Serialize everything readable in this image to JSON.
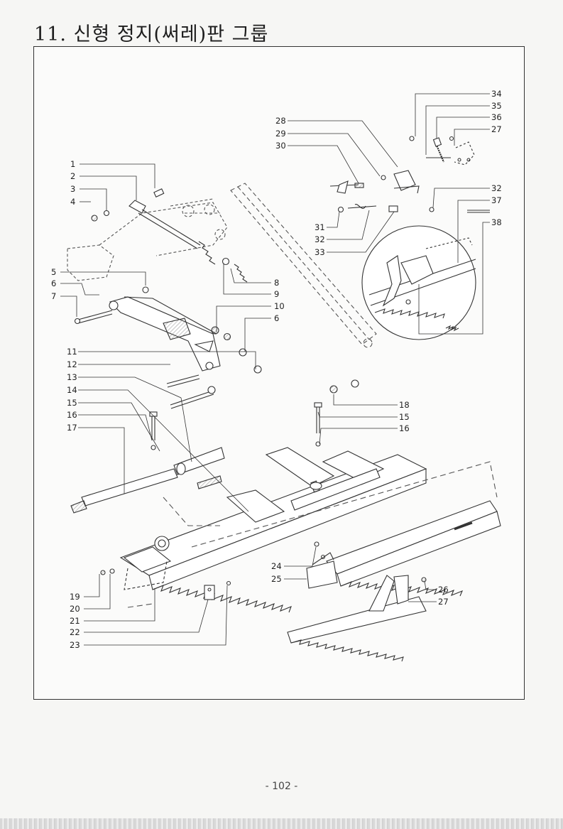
{
  "document": {
    "title": "11. 신형 정지(써레)판 그룹",
    "page_number": "- 102 -"
  },
  "diagram": {
    "callouts_left": [
      {
        "label": "1"
      },
      {
        "label": "2"
      },
      {
        "label": "3"
      },
      {
        "label": "4"
      },
      {
        "label": "5"
      },
      {
        "label": "6"
      },
      {
        "label": "7"
      },
      {
        "label": "11"
      },
      {
        "label": "12"
      },
      {
        "label": "13"
      },
      {
        "label": "14"
      },
      {
        "label": "15"
      },
      {
        "label": "16"
      },
      {
        "label": "17"
      },
      {
        "label": "19"
      },
      {
        "label": "20"
      },
      {
        "label": "21"
      },
      {
        "label": "22"
      },
      {
        "label": "23"
      },
      {
        "label": "24"
      },
      {
        "label": "25"
      },
      {
        "label": "28"
      },
      {
        "label": "29"
      },
      {
        "label": "30"
      },
      {
        "label": "31"
      },
      {
        "label": "32"
      },
      {
        "label": "33"
      }
    ],
    "callouts_right": [
      {
        "label": "8"
      },
      {
        "label": "9"
      },
      {
        "label": "10"
      },
      {
        "label": "6"
      },
      {
        "label": "18"
      },
      {
        "label": "15"
      },
      {
        "label": "16"
      },
      {
        "label": "26"
      },
      {
        "label": "27"
      },
      {
        "label": "34"
      },
      {
        "label": "35"
      },
      {
        "label": "36"
      },
      {
        "label": "27"
      },
      {
        "label": "32"
      },
      {
        "label": "37"
      },
      {
        "label": "38"
      }
    ]
  }
}
